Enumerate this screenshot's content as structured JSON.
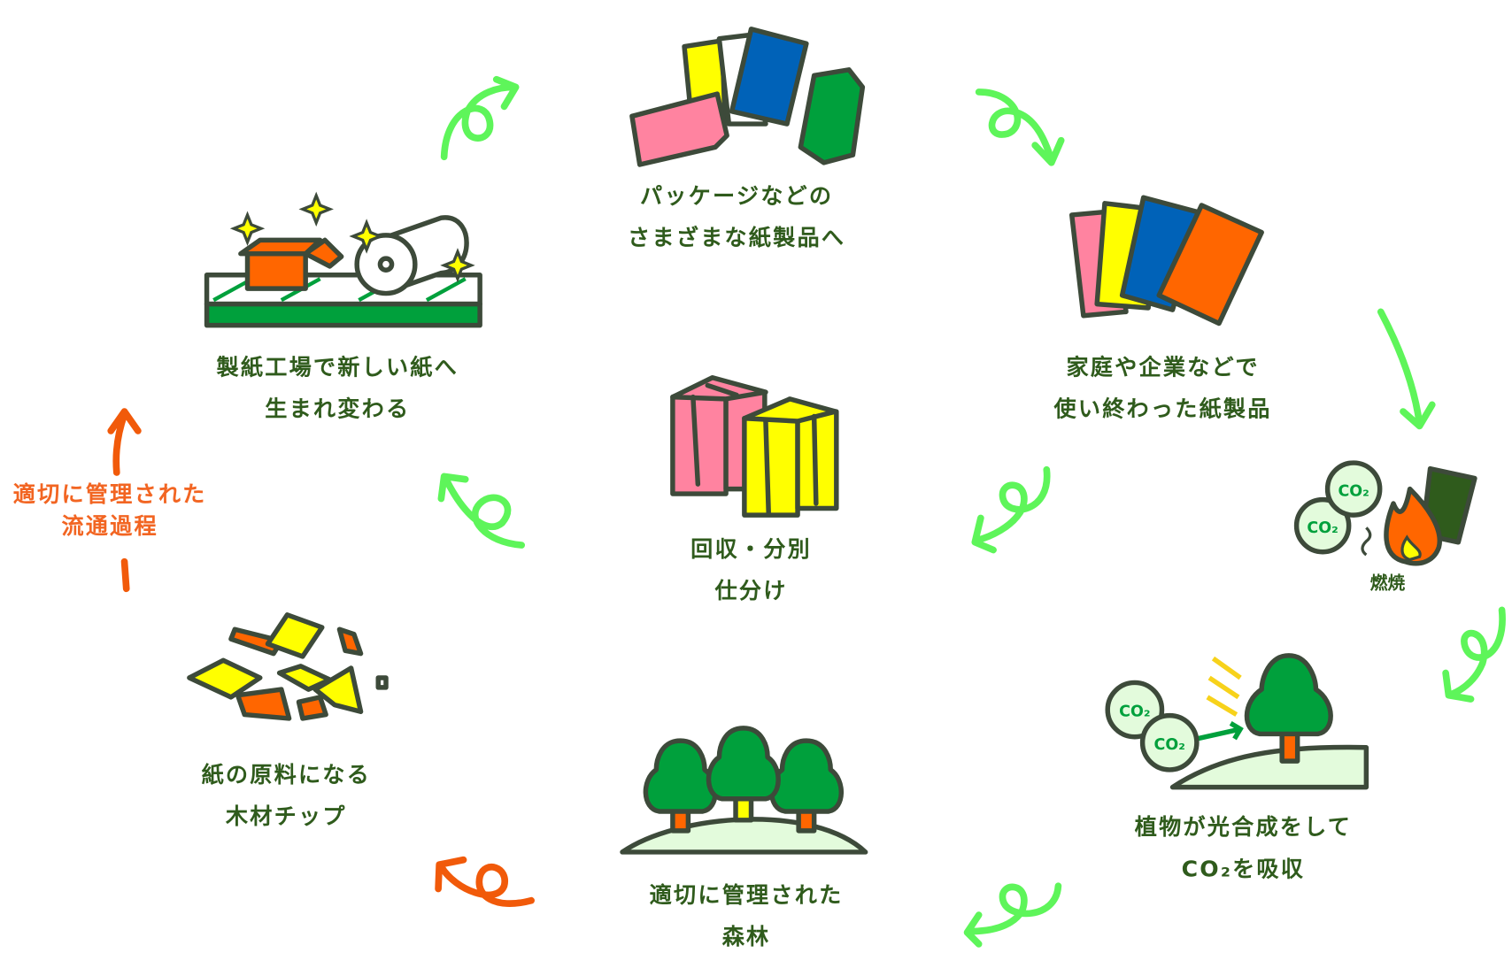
{
  "title": "紙のリサイクルの流れ",
  "stages": [
    {
      "id": "products",
      "line1": "パッケージなどの",
      "line2": "さまざまな紙製品へ"
    },
    {
      "id": "used",
      "line1": "家庭や企業などで",
      "line2": "使い終わった紙製品"
    },
    {
      "id": "burn",
      "line1": "燃焼"
    },
    {
      "id": "photosynthesis",
      "line1": "植物が光合成をして",
      "line2": "CO₂を吸収"
    },
    {
      "id": "forest",
      "line1": "適切に管理された",
      "line2": "森林"
    },
    {
      "id": "chips",
      "line1": "紙の原料になる",
      "line2": "木材チップ"
    },
    {
      "id": "factory",
      "line1": "製紙工場で新しい紙へ",
      "line2": "生まれ変わる"
    },
    {
      "id": "collection",
      "line1": "回収・分別",
      "line2": "仕分け"
    }
  ],
  "managed_process": {
    "line1": "適切に管理された",
    "line2": "流通過程"
  },
  "co2_label": "CO₂",
  "colors": {
    "text": "#2f5b1c",
    "accent_orange": "#f15a0a",
    "arrow_green": "#5ef55a",
    "green": "#00a03c",
    "pink": "#ff83a0",
    "yellow": "#ffff00",
    "blue": "#0062b8",
    "orange": "#ff6600"
  }
}
